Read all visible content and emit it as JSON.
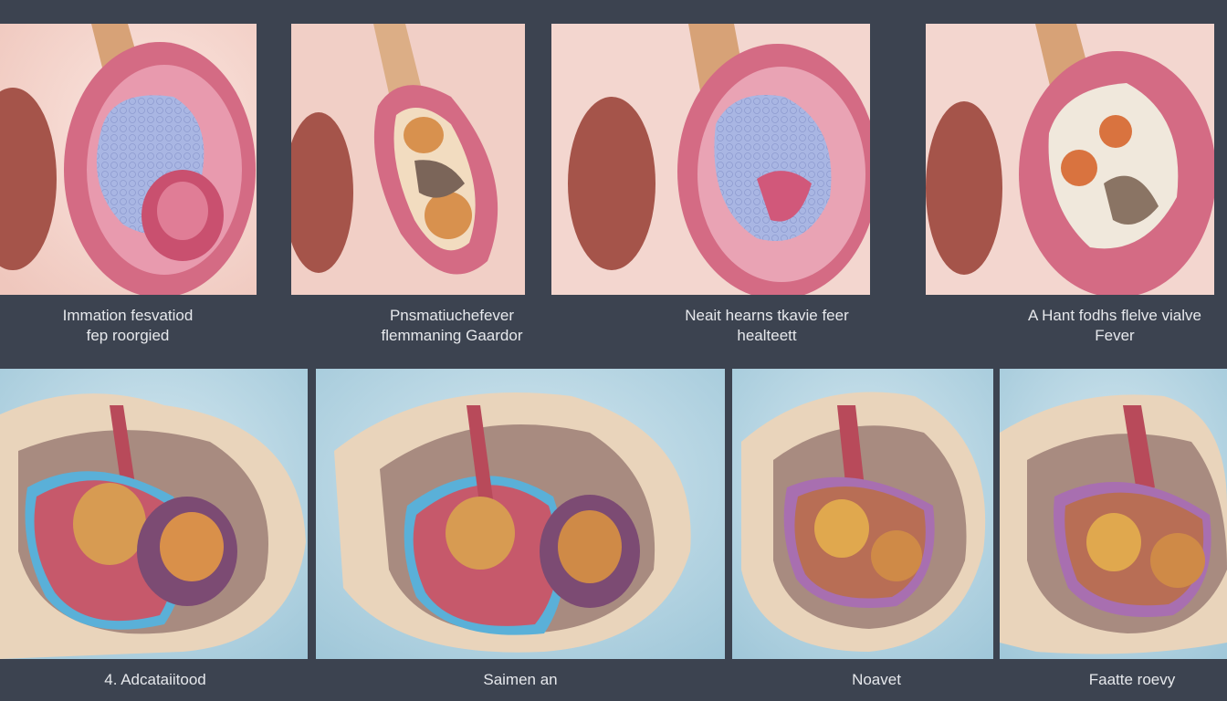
{
  "top_row": [
    {
      "line1": "Immation fesvatiod",
      "line2": "fep roorgied"
    },
    {
      "line1": "Pnsmatiuchefever",
      "line2": "flemmaning Gaardor"
    },
    {
      "line1": "Neait hearns tkavie feer",
      "line2": "healteett"
    },
    {
      "line1": "A  Hant fodhs flelve vialve",
      "line2": "Fever"
    }
  ],
  "bottom_row": [
    {
      "label": "4.  Adcataiitood"
    },
    {
      "label": "Saimen an"
    },
    {
      "label": "Noavet"
    },
    {
      "label": "Faatte roevy"
    }
  ],
  "colors": {
    "background": "#3c4350",
    "panel_top": "#f3d6cf",
    "panel_bottom": "#b7d5e2",
    "tissue_pink": "#d4687f",
    "valve_blue": "#a9b6e3",
    "bone": "#e9d4bb"
  }
}
